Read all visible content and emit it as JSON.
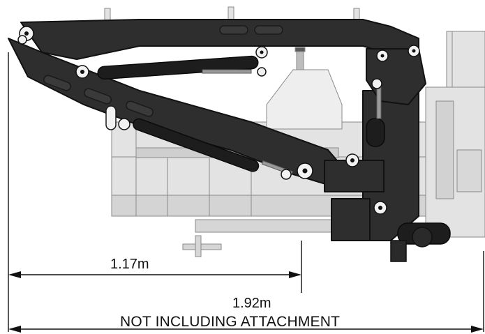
{
  "dimensions": {
    "short_reach": "1.17m",
    "long_reach": "1.92m",
    "note": "NOT INCLUDING ATTACHMENT"
  },
  "colors": {
    "arm": "#2e2e2e",
    "arm_edge": "#111111",
    "cylinder": "#1d1d1d",
    "frame": "#e3e3e3",
    "frame_line": "#8a8a8a",
    "dimension_line": "#111111"
  }
}
